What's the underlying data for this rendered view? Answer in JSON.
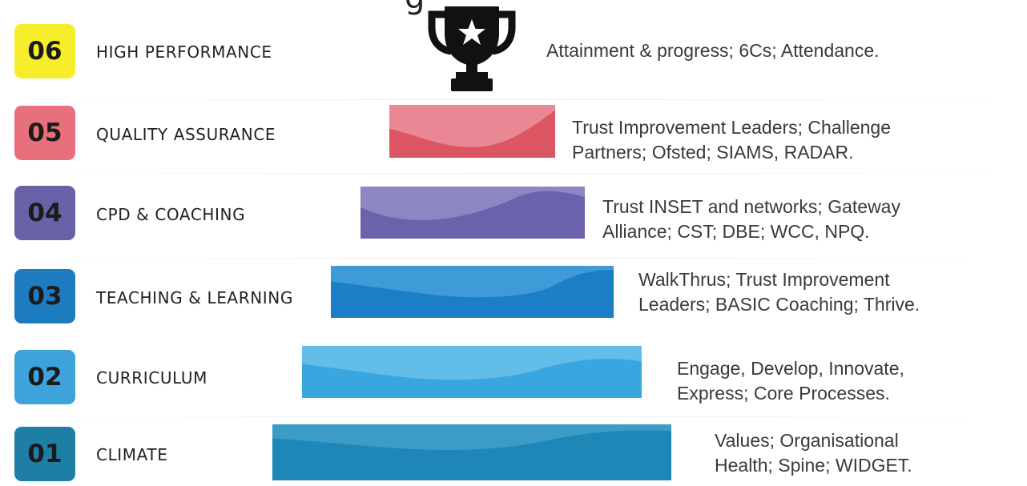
{
  "top_partial_text": "g",
  "tiers": [
    {
      "number": "06",
      "label": "HIGH PERFORMANCE",
      "desc_line1": "Attainment & progress; 6Cs; Attendance.",
      "desc_line2": "",
      "color": "#f6ee2a",
      "icon": "trophy-icon"
    },
    {
      "number": "05",
      "label": "QUALITY ASSURANCE",
      "desc_line1": "Trust Improvement Leaders; Challenge",
      "desc_line2": "Partners; Ofsted; SIAMS, RADAR.",
      "color": "#e8707c",
      "bar_color": "#dc5563",
      "wave_color": "#ea8794"
    },
    {
      "number": "04",
      "label": "CPD & COACHING",
      "desc_line1": "Trust INSET and networks; Gateway",
      "desc_line2": "Alliance; CST; DBE; WCC, NPQ.",
      "color": "#6762a8",
      "bar_color": "#6a63ac",
      "wave_color": "#8c86c2"
    },
    {
      "number": "03",
      "label": "TEACHING & LEARNING",
      "desc_line1": "WalkThrus; Trust Improvement",
      "desc_line2": "Leaders; BASIC Coaching; Thrive.",
      "color": "#1d7cc0",
      "bar_color": "#1b7ec6",
      "wave_color": "#3f9ad8"
    },
    {
      "number": "02",
      "label": "CURRICULUM",
      "desc_line1": "Engage, Develop, Innovate,",
      "desc_line2": "Express; Core Processes.",
      "color": "#3ea2db",
      "bar_color": "#3aa6e0",
      "wave_color": "#63bde9"
    },
    {
      "number": "01",
      "label": "CLIMATE",
      "desc_line1": "Values; Organisational",
      "desc_line2": "Health; Spine; WIDGET.",
      "color": "#1f7ea6",
      "bar_color": "#1e87b8",
      "wave_color": "#3c9cc8"
    }
  ]
}
